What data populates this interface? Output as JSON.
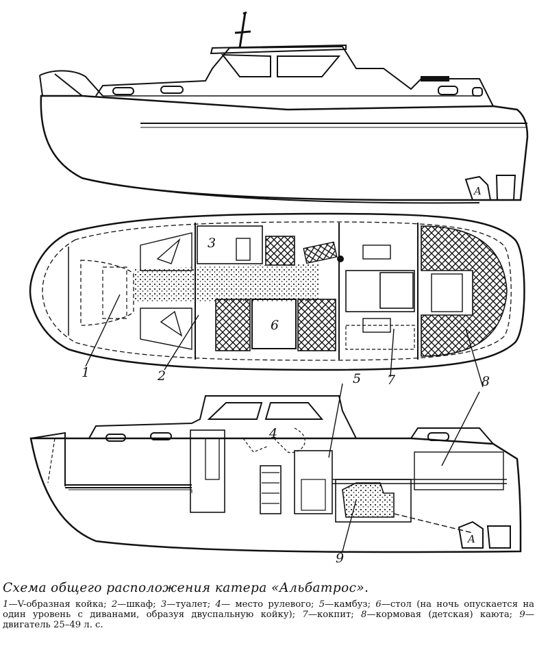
{
  "diagram": {
    "labels": [
      "1",
      "2",
      "3",
      "4",
      "5",
      "6",
      "7",
      "8",
      "9"
    ],
    "hull_mark": "A"
  },
  "caption": {
    "title": "Схема общего расположения катера «Альбатрос».",
    "legend": [
      {
        "n": "1",
        "text": "—V-образная койка; "
      },
      {
        "n": "2",
        "text": "—шкаф; "
      },
      {
        "n": "3",
        "text": "—туалет; "
      },
      {
        "n": "4",
        "text": "— место рулевого; "
      },
      {
        "n": "5",
        "text": "—камбуз; "
      },
      {
        "n": "6",
        "text": "—стол (на ночь опускается на один уровень с диванами, образуя двуспальную койку); "
      },
      {
        "n": "7",
        "text": "—кокпит; "
      },
      {
        "n": "8",
        "text": "—кормовая (детская) каюта; "
      },
      {
        "n": "9",
        "text": "— двигатель 25–49 л. с."
      }
    ]
  }
}
